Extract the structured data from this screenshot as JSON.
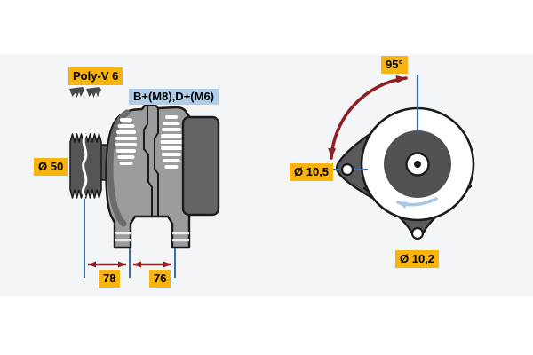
{
  "diagram_title": "alternator-technical-drawing",
  "labels": {
    "belt_type": "Poly-V 6",
    "terminals": "B+(M8),D+(M6)",
    "pulley_diameter": "Ø 50",
    "dim_pulley_to_mount": "78",
    "dim_mount_span": "76",
    "swing_angle": "95°",
    "mount_hole_top": "Ø 10,5",
    "mount_hole_bottom": "Ø 10,2"
  },
  "icons": {
    "belt_profile": "poly-v-belt-profile-icon",
    "rotation": "rotation-direction-arrow-icon"
  },
  "colors": {
    "dimension_label_bg": "#f7b40e",
    "terminal_label_bg": "#afcde9",
    "label_text": "#000000",
    "dimension_line_blue": "#3a6fae",
    "dimension_arrow_red": "#8e1f23",
    "rotation_arrow_blue": "#a7c9e8",
    "body_gray": "#9c9c9e",
    "rear_cover_gray": "#656568",
    "pulley_gray": "#555558",
    "outline": "#1b1b1d",
    "panel_bg": "#f4f5f7"
  }
}
